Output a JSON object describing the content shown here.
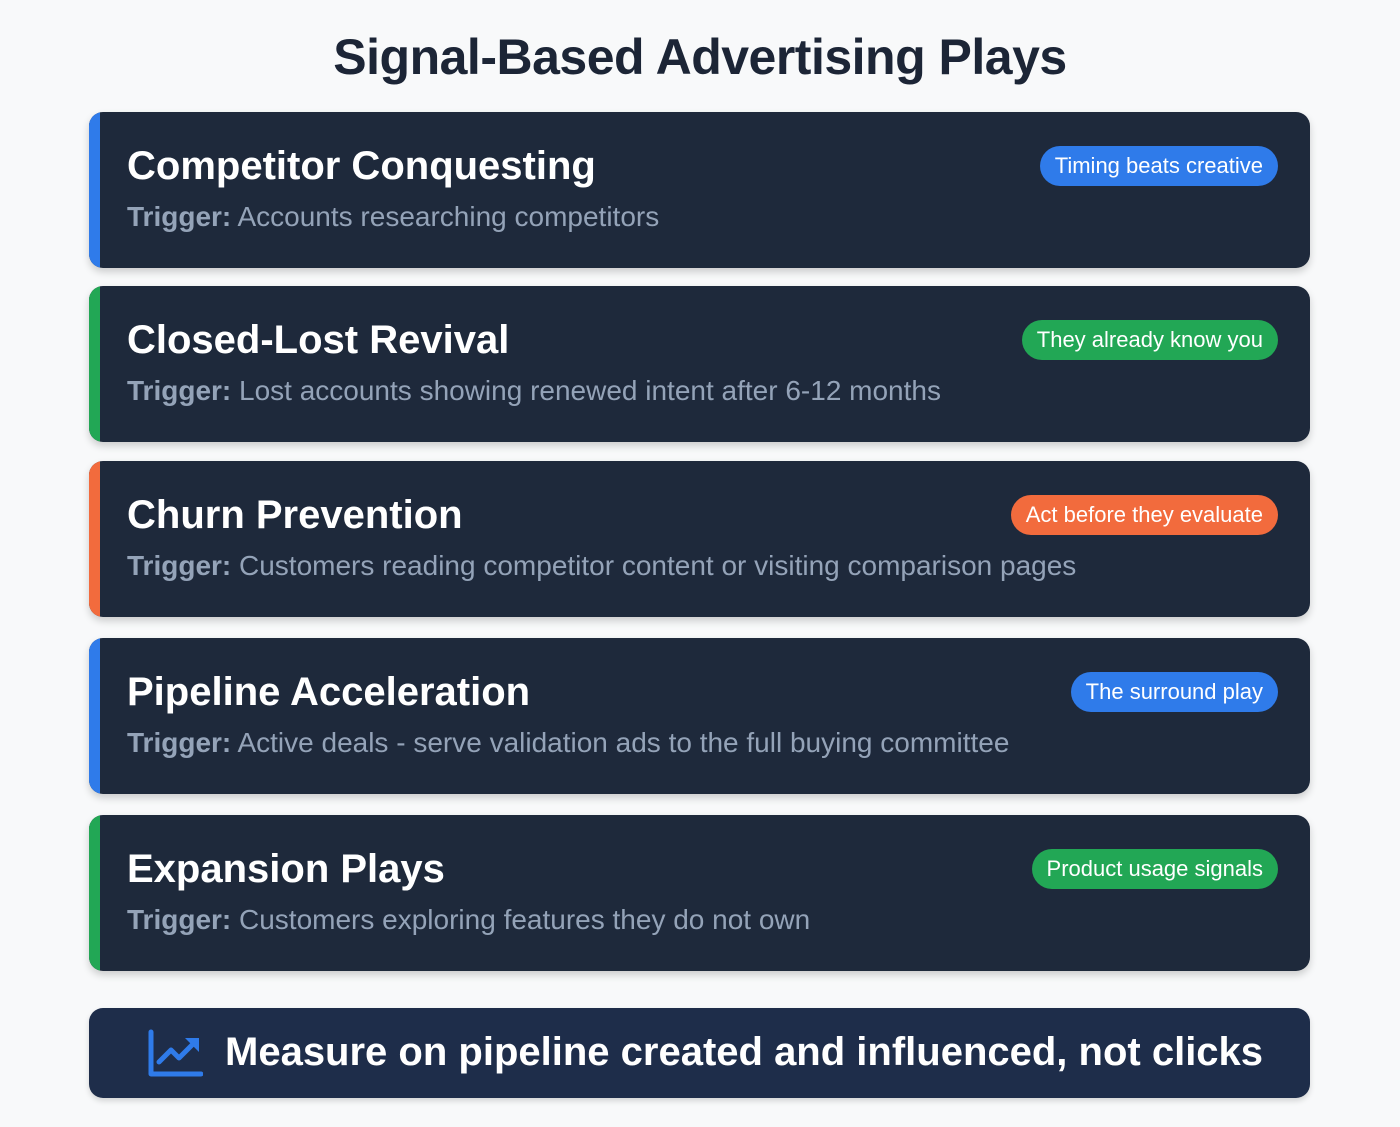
{
  "title": "Signal-Based Advertising Plays",
  "colors": {
    "blue": "#2f7bea",
    "green": "#22a755",
    "orange": "#f26b3d",
    "card_bg": "#1e293b"
  },
  "plays": [
    {
      "name": "Competitor Conquesting",
      "trigger_label": "Trigger:",
      "trigger": "Accounts researching competitors",
      "badge": "Timing beats creative",
      "color": "blue"
    },
    {
      "name": "Closed-Lost Revival",
      "trigger_label": "Trigger:",
      "trigger": "Lost accounts showing renewed intent after 6-12 months",
      "badge": "They already know you",
      "color": "green"
    },
    {
      "name": "Churn Prevention",
      "trigger_label": "Trigger:",
      "trigger": "Customers reading competitor content or visiting comparison pages",
      "badge": "Act before they evaluate",
      "color": "orange"
    },
    {
      "name": "Pipeline Acceleration",
      "trigger_label": "Trigger:",
      "trigger": "Active deals - serve validation ads to the full buying committee",
      "badge": "The surround play",
      "color": "blue"
    },
    {
      "name": "Expansion Plays",
      "trigger_label": "Trigger:",
      "trigger": "Customers exploring features they do not own",
      "badge": "Product usage signals",
      "color": "green"
    }
  ],
  "footer": {
    "icon": "trending-up-chart-icon",
    "text": "Measure on pipeline created and influenced, not clicks"
  }
}
